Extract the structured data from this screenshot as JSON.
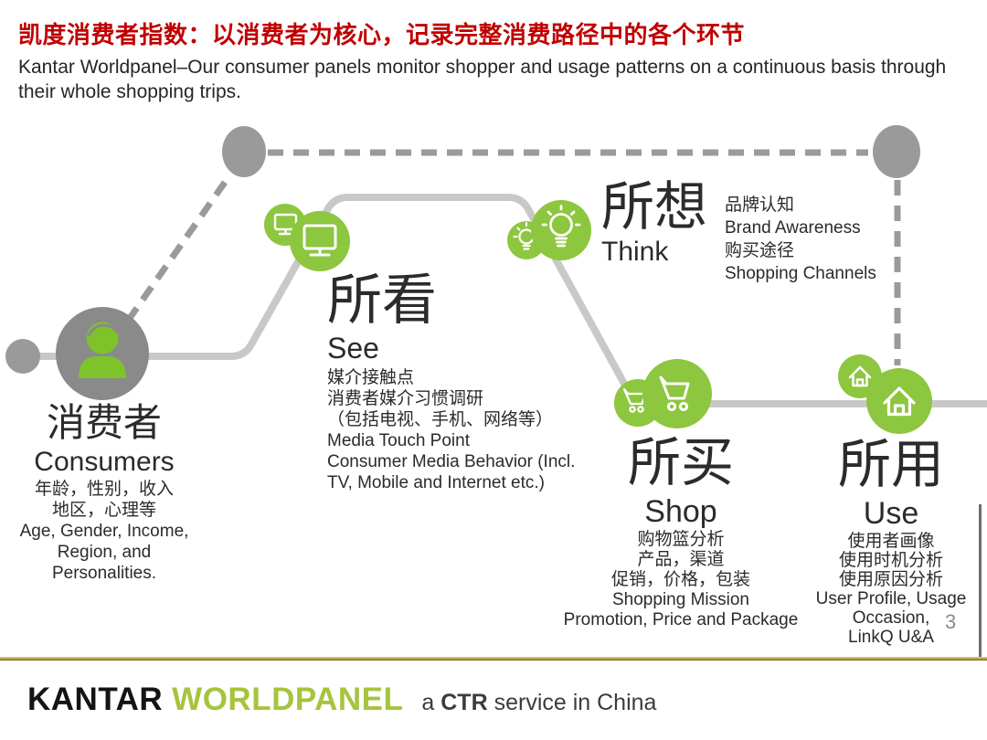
{
  "slide": {
    "title": "凯度消费者指数：以消费者为核心，记录完整消费路径中的各个环节",
    "subtitle": "Kantar Worldpanel–Our consumer panels monitor shopper and usage patterns on a continuous basis through their whole shopping trips.",
    "page_number": "3"
  },
  "colors": {
    "title_red": "#c00000",
    "brand_green": "#8dc63f",
    "person_green": "#7ec32a",
    "logo_green": "#a6c43d",
    "path_gray": "#c8c8c8",
    "dash_gray": "#9a9a9a",
    "avatar_gray": "#8a8a8a",
    "text_dark": "#262626",
    "gold": "#c0a243"
  },
  "nodes": {
    "consumers": {
      "icon": "person-icon",
      "title_zh": "消费者",
      "title_en": "Consumers",
      "details": [
        "年龄，性别，收入",
        "地区，心理等",
        "Age, Gender, Income,",
        "Region, and",
        "Personalities."
      ]
    },
    "see": {
      "icon": "monitor-icon",
      "title_zh": "所看",
      "title_en": "See",
      "details": [
        "媒介接触点",
        "消费者媒介习惯调研",
        "（包括电视、手机、网络等）",
        "Media Touch Point",
        "Consumer Media Behavior (Incl.",
        "TV, Mobile and Internet etc.)"
      ]
    },
    "think": {
      "icon": "lightbulb-icon",
      "title_zh": "所想",
      "title_en": "Think",
      "details": [
        "品牌认知",
        "Brand Awareness",
        "购买途径",
        "Shopping Channels"
      ]
    },
    "shop": {
      "icon": "cart-icon",
      "title_zh": "所买",
      "title_en": "Shop",
      "details": [
        "购物篮分析",
        "产品，渠道",
        "促销，价格，包装",
        "Shopping Mission",
        "Promotion, Price and Package"
      ]
    },
    "use": {
      "icon": "home-icon",
      "title_zh": "所用",
      "title_en": "Use",
      "details": [
        "使用者画像",
        "使用时机分析",
        "使用原因分析",
        "User Profile, Usage",
        "Occasion,",
        "LinkQ U&A"
      ]
    }
  },
  "footer": {
    "logo_kantar": "KANTAR",
    "logo_worldpanel": "WORLDPANEL",
    "tagline_prefix": "a ",
    "tagline_bold": "CTR",
    "tagline_suffix": " service in China"
  }
}
